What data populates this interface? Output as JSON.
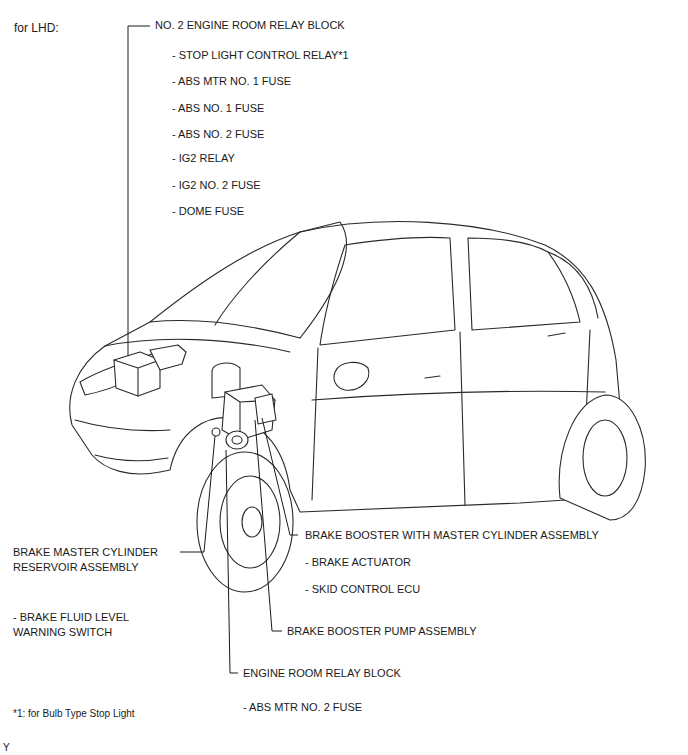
{
  "diagram": {
    "title": "for LHD:",
    "labels": [
      "NO. 2 ENGINE ROOM RELAY BLOCK",
      "- STOP LIGHT CONTROL RELAY*1",
      "- ABS MTR NO. 1 FUSE",
      "- ABS NO. 1 FUSE",
      "- ABS NO. 2 FUSE",
      "- IG2 RELAY",
      "- IG2 NO. 2 FUSE",
      "- DOME FUSE",
      "BRAKE BOOSTER WITH MASTER CYLINDER ASSEMBLY",
      "- BRAKE ACTUATOR",
      "- SKID CONTROL ECU",
      "BRAKE MASTER CYLINDER RESERVOIR ASSEMBLY",
      "- BRAKE FLUID LEVEL WARNING SWITCH",
      "BRAKE BOOSTER PUMP ASSEMBLY",
      "ENGINE ROOM RELAY BLOCK",
      "- ABS MTR NO. 2 FUSE",
      "*1: for Bulb Type Stop Light",
      "Y"
    ]
  }
}
